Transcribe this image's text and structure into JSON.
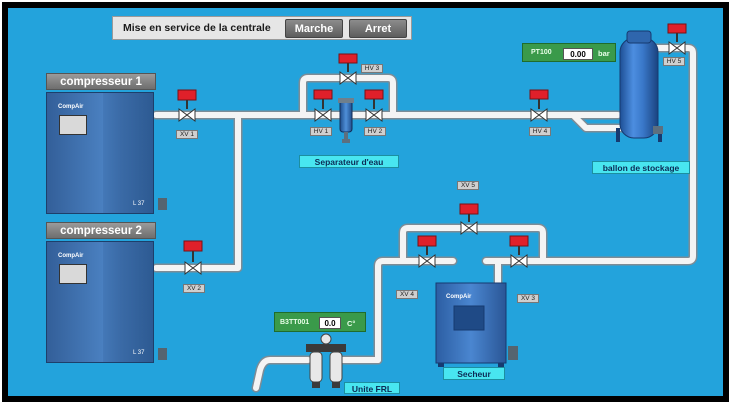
{
  "control": {
    "label": "Mise en service de la centrale",
    "start_label": "Marche",
    "stop_label": "Arret"
  },
  "compressors": [
    {
      "title": "compresseur 1",
      "brand": "CompAir",
      "model": "L 37"
    },
    {
      "title": "compresseur 2",
      "brand": "CompAir",
      "model": "L 37"
    }
  ],
  "valves": {
    "xv1": "XV 1",
    "xv2": "XV 2",
    "xv3": "XV 3",
    "xv4": "XV 4",
    "xv5": "XV 5",
    "hv1": "HV 1",
    "hv2": "HV 2",
    "hv3": "HV 3",
    "hv4": "HV 4",
    "hv5": "HV 5"
  },
  "labels": {
    "separator": "Separateur d'eau",
    "tank": "ballon de stockage",
    "dryer": "Secheur",
    "frl": "Unite FRL",
    "dryer_brand": "CompAir"
  },
  "pressure": {
    "tag": "PT100",
    "value": "0.00",
    "unit": "bar"
  },
  "temperature": {
    "tag": "B3TT001",
    "value": "0.0",
    "unit": "C°"
  },
  "colors": {
    "background": "#23a3dc",
    "pipe": "#f2f2f2",
    "valve_actuator": "#e0202a",
    "equipment": "#3d78bd",
    "label": "#48e6f0",
    "display": "#3a9a4a"
  }
}
